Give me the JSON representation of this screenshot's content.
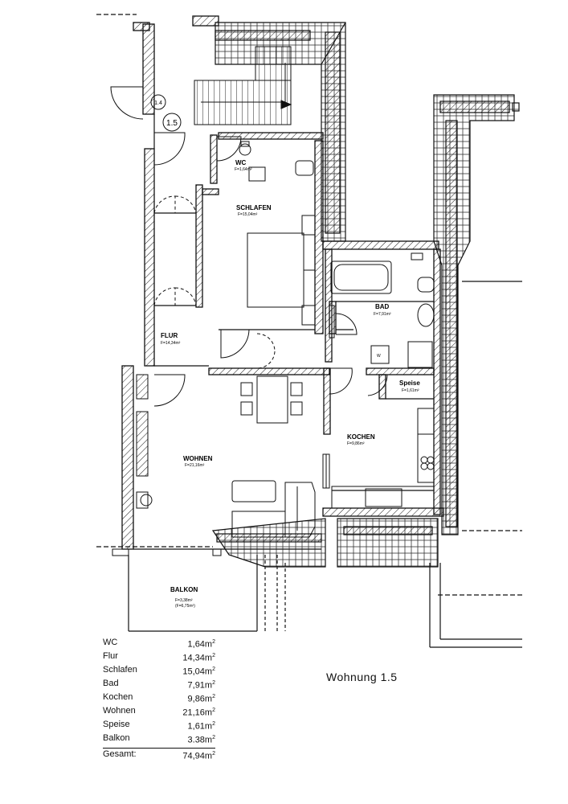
{
  "plan": {
    "unit_title": "Wohnung  1.5",
    "unit_marker": "1.5",
    "stair_marker": "1.4",
    "rooms": {
      "wc": {
        "name": "WC",
        "area": "F=1,64m²"
      },
      "schlafen": {
        "name": "SCHLAFEN",
        "area": "F=15,04m²"
      },
      "bad": {
        "name": "BAD",
        "area": "F=7,91m²"
      },
      "flur": {
        "name": "FLUR",
        "area": "F=14,34m²"
      },
      "speise": {
        "name": "Speise",
        "area": "F=1,61m²"
      },
      "kochen": {
        "name": "KOCHEN",
        "area": "F=9,86m²"
      },
      "wohnen": {
        "name": "WOHNEN",
        "area": "F=21,16m²"
      },
      "balkon": {
        "name": "BALKON",
        "area": "F=3,38m²",
        "area_alt": "(F=6,75m²)"
      }
    },
    "washer_label": "W"
  },
  "areas": {
    "unit": "m",
    "rows": [
      {
        "label": "WC",
        "value": "1,64m"
      },
      {
        "label": "Flur",
        "value": "14,34m"
      },
      {
        "label": "Schlafen",
        "value": "15,04m"
      },
      {
        "label": "Bad",
        "value": "7,91m"
      },
      {
        "label": "Kochen",
        "value": "9,86m"
      },
      {
        "label": "Wohnen",
        "value": "21,16m"
      },
      {
        "label": "Speise",
        "value": "1,61m"
      },
      {
        "label": "Balkon",
        "value": "3.38m"
      }
    ],
    "total": {
      "label": "Gesamt:",
      "value": "74,94m"
    }
  }
}
